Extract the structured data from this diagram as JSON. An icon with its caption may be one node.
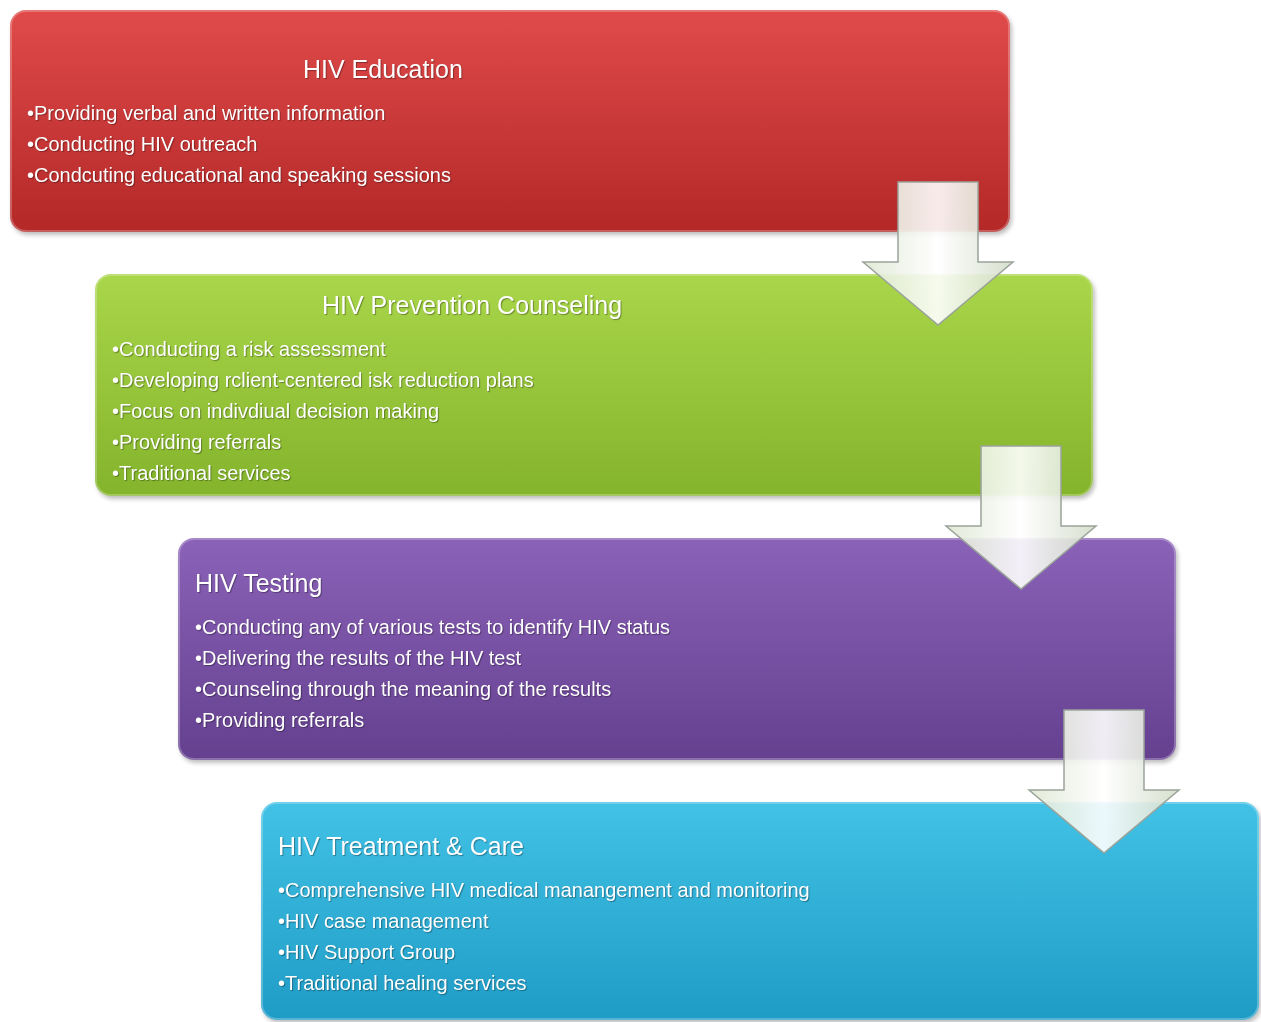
{
  "diagram": {
    "nodes": [
      {
        "text": [
          "HIV Education",
          "•Providing verbal and written information",
          "•Conducting HIV outreach",
          "•Condcuting educational and speaking sessions"
        ]
      },
      {
        "text": [
          "HIV Prevention  Counseling",
          "•Conducting a risk assessment",
          "•Developing rclient-centered isk reduction plans",
          "•Focus on indivdiual decision making",
          "•Providing referrals",
          "•Traditional services"
        ]
      },
      {
        "text": [
          "HIV Testing",
          "•Conducting any of various tests  to identify HIV status",
          "•Delivering the results of the HIV test",
          "•Counseling through the meaning of the results",
          "•Providing referrals"
        ]
      },
      {
        "text": [
          "HIV Treatment & Care",
          "•Comprehensive HIV medical manangement and monitoring",
          "•HIV case management",
          "•HIV Support Group",
          "•Traditional healing services"
        ]
      }
    ],
    "edges": [
      {
        "from": 0,
        "to": 1,
        "arrow": "to"
      },
      {
        "from": 1,
        "to": 2,
        "arrow": "to"
      },
      {
        "from": 2,
        "to": 3,
        "arrow": "to"
      }
    ]
  }
}
